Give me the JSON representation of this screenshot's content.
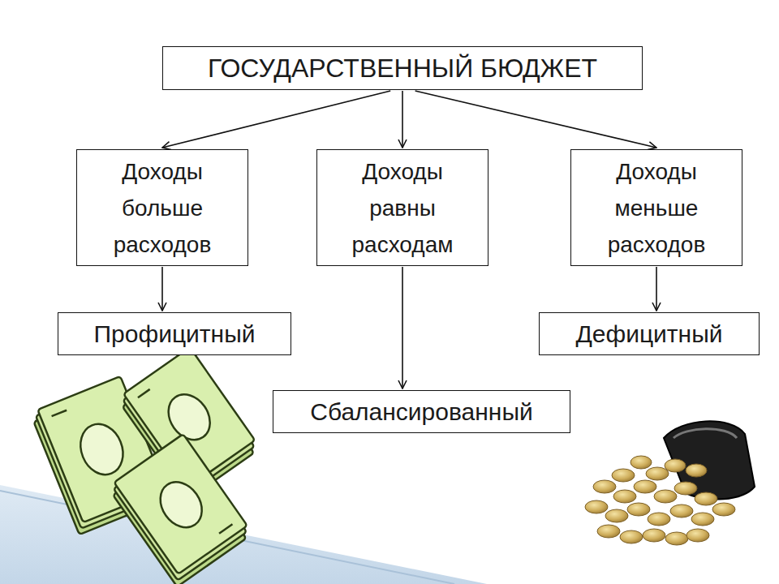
{
  "diagram": {
    "nodes": [
      {
        "text": [
          "ГОСУДАРСТВЕННЫЙ БЮДЖЕТ"
        ]
      },
      {
        "text": [
          "Доходы больше расходов"
        ]
      },
      {
        "text": [
          "Доходы равны расходам"
        ]
      },
      {
        "text": [
          "Доходы меньше расходов"
        ]
      },
      {
        "text": [
          "Профицитный"
        ]
      },
      {
        "text": [
          "Дефицитный"
        ]
      },
      {
        "text": [
          "Сбалансированный"
        ]
      }
    ],
    "edges": [
      {
        "from": 0,
        "to": 1,
        "arrow": "to"
      },
      {
        "from": 0,
        "to": 2,
        "arrow": "to"
      },
      {
        "from": 0,
        "to": 3,
        "arrow": "to"
      },
      {
        "from": 1,
        "to": 4,
        "arrow": "to"
      },
      {
        "from": 2,
        "to": 6,
        "arrow": "to"
      },
      {
        "from": 3,
        "to": 5,
        "arrow": "to"
      }
    ]
  }
}
